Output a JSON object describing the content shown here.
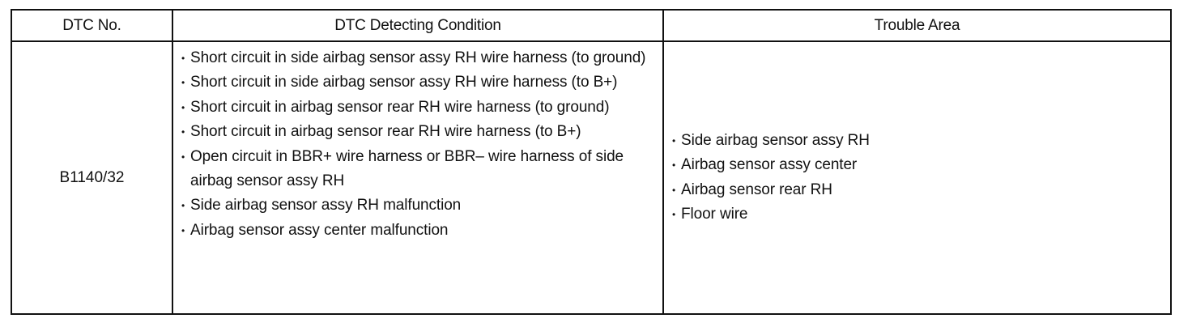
{
  "table": {
    "headers": {
      "dtc_no": "DTC No.",
      "condition": "DTC Detecting Condition",
      "trouble_area": "Trouble Area"
    },
    "rows": [
      {
        "dtc_no": "B1140/32",
        "conditions": [
          "Short circuit in side airbag sensor assy RH wire harness (to ground)",
          "Short circuit in side airbag sensor assy RH wire harness (to B+)",
          "Short circuit in airbag sensor rear RH wire harness (to ground)",
          "Short circuit in airbag sensor rear RH wire harness (to B+)",
          "Open circuit in BBR+ wire harness or BBR– wire harness of side airbag sensor assy RH",
          "Side airbag sensor assy RH malfunction",
          "Airbag sensor assy center malfunction"
        ],
        "trouble_areas": [
          "Side airbag sensor assy RH",
          "Airbag sensor assy center",
          "Airbag sensor rear RH",
          "Floor wire"
        ]
      }
    ]
  }
}
